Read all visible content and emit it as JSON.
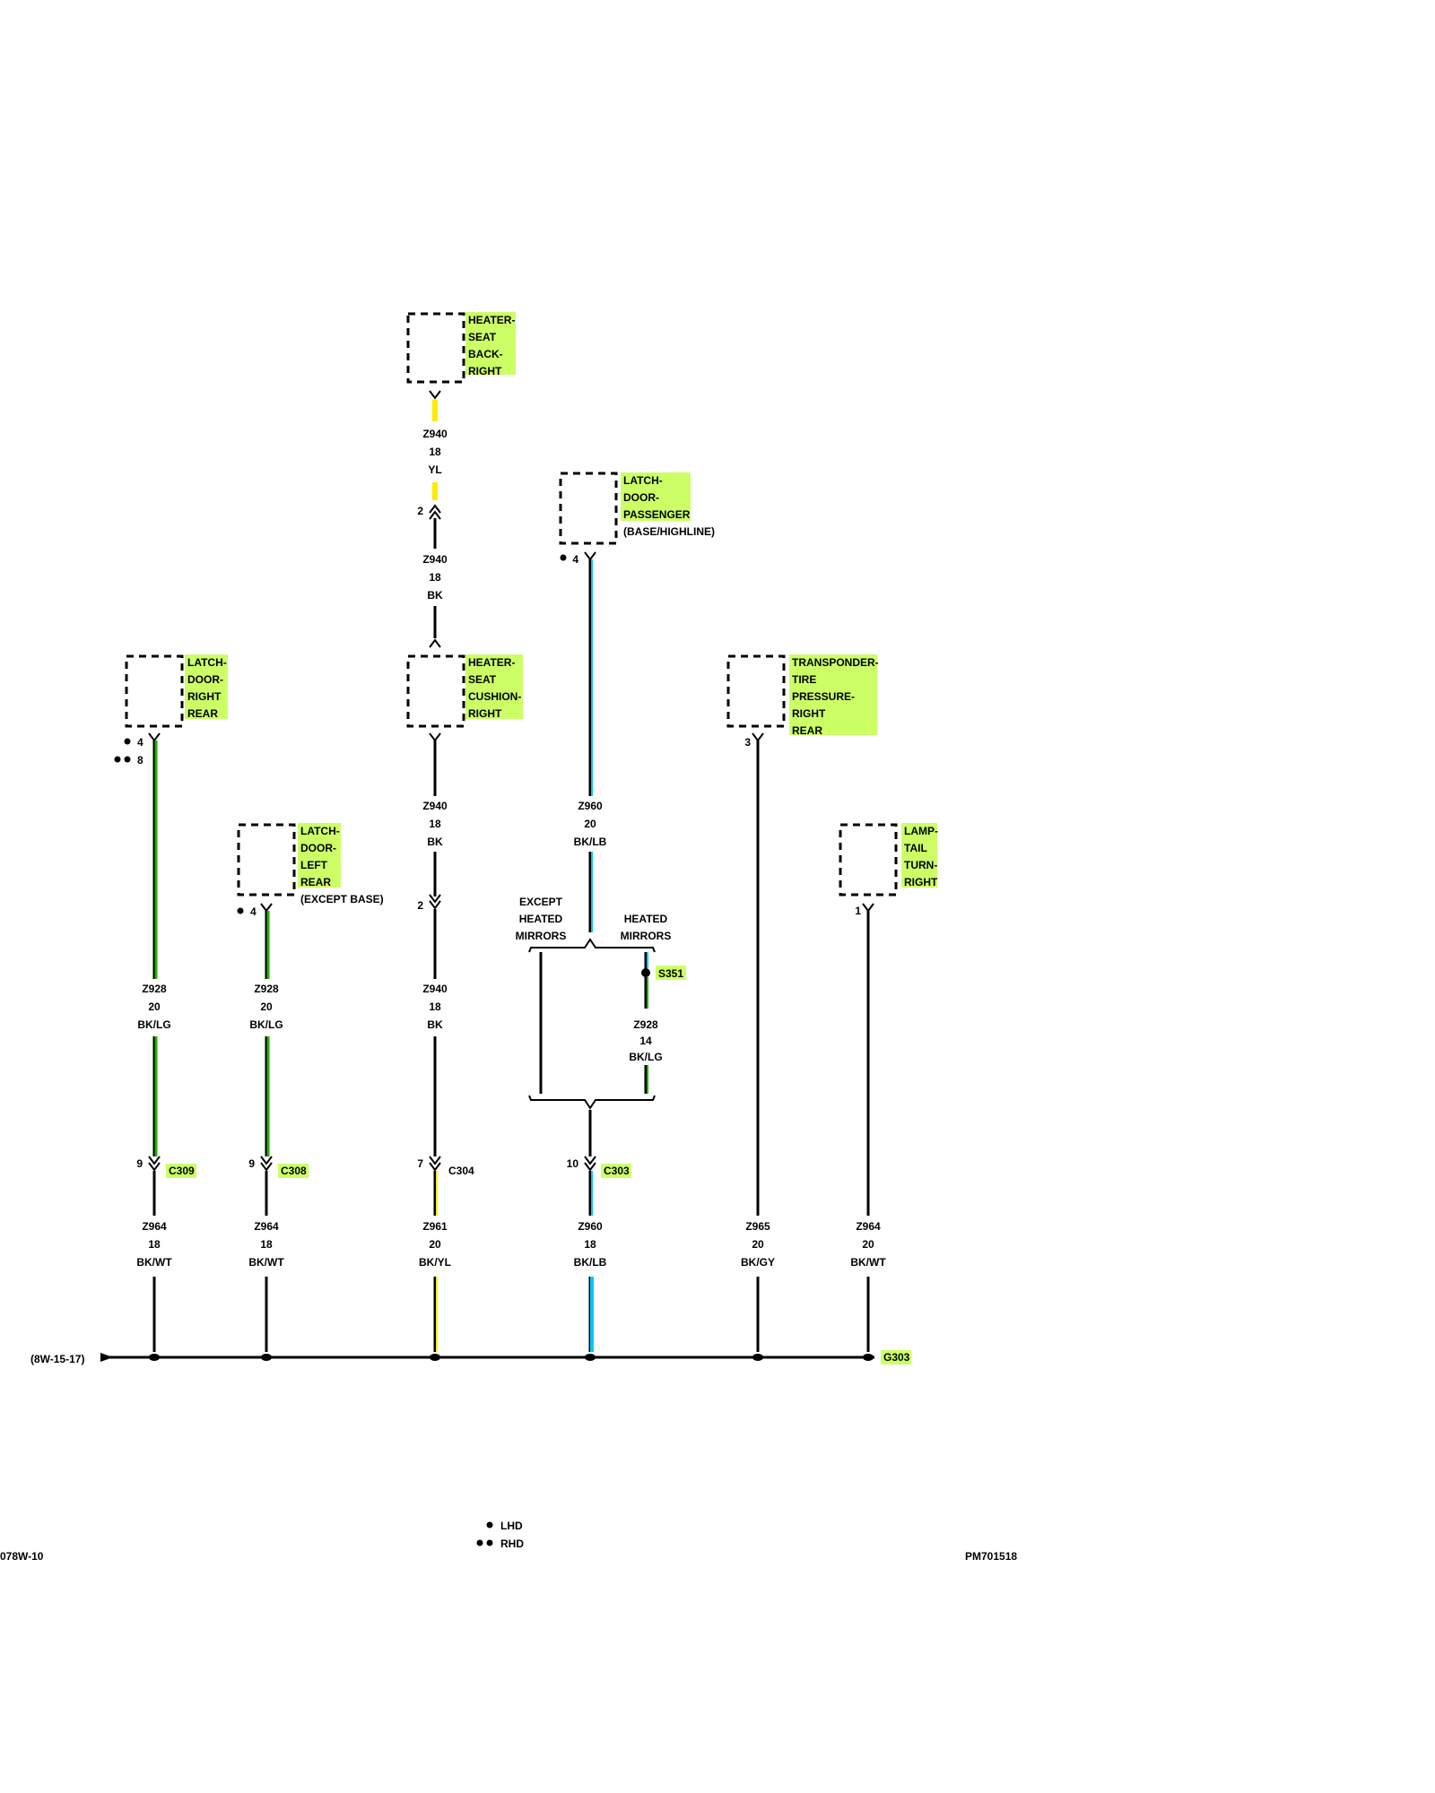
{
  "colors": {
    "highlight": "#ccff66",
    "yellow": "#ffea00",
    "green": "#1fb000",
    "light_blue": "#00c8ff",
    "black": "#000000"
  },
  "components": {
    "heater_seat_back_right": [
      "HEATER-",
      "SEAT",
      "BACK-",
      "RIGHT"
    ],
    "latch_door_passenger": [
      "LATCH-",
      "DOOR-",
      "PASSENGER"
    ],
    "latch_door_passenger_note": "(BASE/HIGHLINE)",
    "latch_door_right_rear": [
      "LATCH-",
      "DOOR-",
      "RIGHT",
      "REAR"
    ],
    "heater_seat_cushion_right": [
      "HEATER-",
      "SEAT",
      "CUSHION-",
      "RIGHT"
    ],
    "transponder_tire_pressure_right_rear": [
      "TRANSPONDER-",
      "TIRE",
      "PRESSURE-",
      "RIGHT",
      "REAR"
    ],
    "latch_door_left_rear": [
      "LATCH-",
      "DOOR-",
      "LEFT",
      "REAR"
    ],
    "latch_door_left_rear_note": "(EXCEPT BASE)",
    "lamp_tail_turn_right": [
      "LAMP-",
      "TAIL",
      "TURN-",
      "RIGHT"
    ]
  },
  "wire_labels": {
    "z940_yl": [
      "Z940",
      "18",
      "YL"
    ],
    "z940_bk_upper": [
      "Z940",
      "18",
      "BK"
    ],
    "z940_bk_mid": [
      "Z940",
      "18",
      "BK"
    ],
    "z940_bk_lower": [
      "Z940",
      "18",
      "BK"
    ],
    "z960_upper": [
      "Z960",
      "20",
      "BK/LB"
    ],
    "z928_splice": [
      "Z928",
      "14",
      "BK/LG"
    ],
    "z928_rr": [
      "Z928",
      "20",
      "BK/LG"
    ],
    "z928_lr": [
      "Z928",
      "20",
      "BK/LG"
    ],
    "z964_rr": [
      "Z964",
      "18",
      "BK/WT"
    ],
    "z964_lr": [
      "Z964",
      "18",
      "BK/WT"
    ],
    "z961": [
      "Z961",
      "20",
      "BK/YL"
    ],
    "z960_lower": [
      "Z960",
      "18",
      "BK/LB"
    ],
    "z965": [
      "Z965",
      "20",
      "BK/GY"
    ],
    "z964_lamp": [
      "Z964",
      "20",
      "BK/WT"
    ]
  },
  "pins": {
    "hsb_c2": "2",
    "ldp": "4",
    "ldrr_lhd": "4",
    "ldrr_rhd": "8",
    "hsc_c2": "2",
    "ldlr": "4",
    "tpms": "3",
    "lamp": "1",
    "c309": "9",
    "c308": "9",
    "c304": "7",
    "c303": "10"
  },
  "connectors": {
    "c309": "C309",
    "c308": "C308",
    "c304": "C304",
    "c303": "C303",
    "s351": "S351",
    "g303": "G303"
  },
  "branch": {
    "except_heated": [
      "EXCEPT",
      "HEATED",
      "MIRRORS"
    ],
    "heated": [
      "HEATED",
      "MIRRORS"
    ]
  },
  "ground_ref": "(8W-15-17)",
  "legend": {
    "lhd": "LHD",
    "rhd": "RHD"
  },
  "footer": {
    "left": "078W-10",
    "right": "PM701518"
  }
}
